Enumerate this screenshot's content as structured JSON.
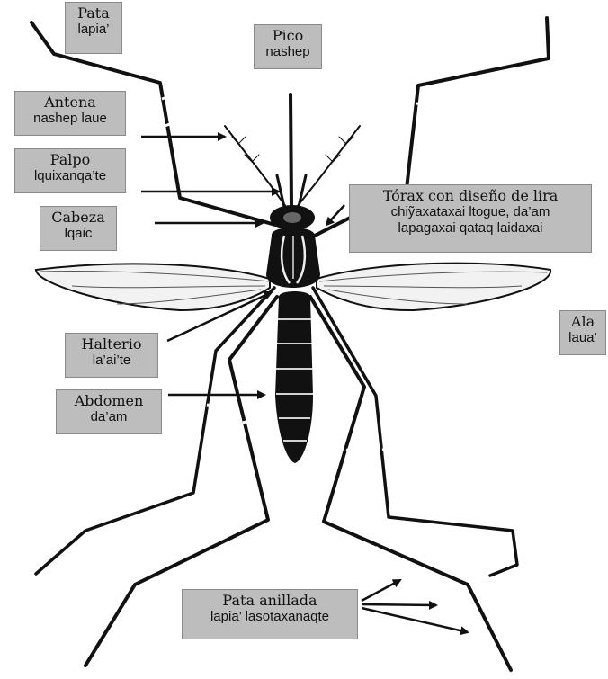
{
  "labels": {
    "pata": {
      "es": "Pata",
      "qom": "lapia’"
    },
    "pico": {
      "es": "Pico",
      "qom": "nashep"
    },
    "antena": {
      "es": "Antena",
      "qom": "nashep laue"
    },
    "palpo": {
      "es": "Palpo",
      "qom": "lquixanqa’te"
    },
    "cabeza": {
      "es": "Cabeza",
      "qom": "lqaic"
    },
    "torax": {
      "es": "Tórax con diseño de lira",
      "qom1": "chiỹaxataxai ltogue, da’am",
      "qom2": "lapagaxai qataq laidaxai"
    },
    "ala": {
      "es": "Ala",
      "qom": "laua’"
    },
    "halterio": {
      "es": "Halterio",
      "qom": "la’ai’te"
    },
    "abdomen": {
      "es": "Abdomen",
      "qom": "da’am"
    },
    "pata_anillada": {
      "es": "Pata anillada",
      "qom": "lapia’ lasotaxanaqte"
    }
  }
}
